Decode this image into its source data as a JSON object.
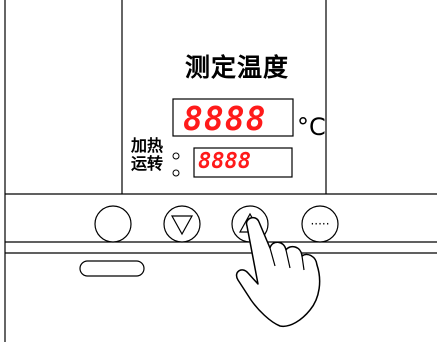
{
  "panel": {
    "title": "测定温度",
    "main_display": "8888",
    "unit": "°C",
    "sub_display": "8888",
    "indicators": [
      {
        "label": "加热",
        "lamp": "indicator-lamp"
      },
      {
        "label": "运转",
        "lamp": "indicator-lamp"
      }
    ]
  },
  "buttons": [
    {
      "icon": "circle-blank-icon"
    },
    {
      "icon": "triangle-down-icon"
    },
    {
      "icon": "triangle-up-icon"
    },
    {
      "icon": "ellipsis-icon"
    }
  ],
  "pointer": {
    "icon": "pointing-hand-icon"
  },
  "colors": {
    "led": "#ff1a1a",
    "line": "#000000",
    "background": "#ffffff"
  }
}
